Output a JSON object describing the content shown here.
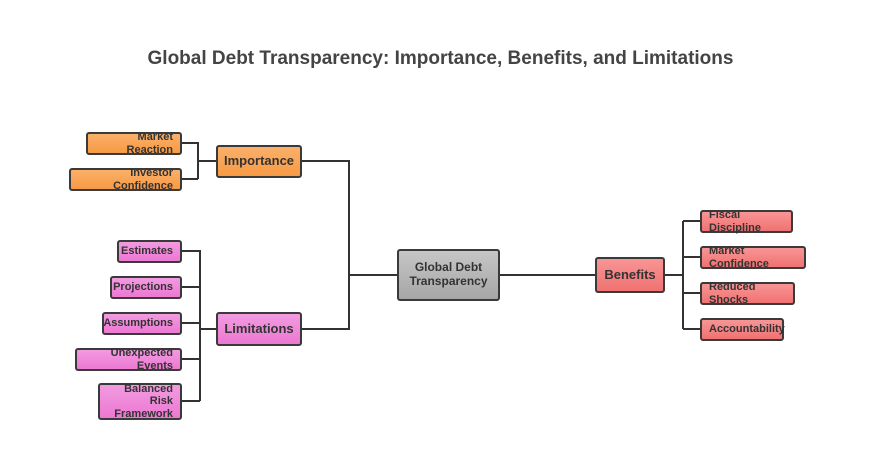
{
  "title": "Global Debt Transparency: Importance, Benefits, and Limitations",
  "center": {
    "label_line1": "Global Debt",
    "label_line2": "Transparency"
  },
  "importance": {
    "label": "Importance",
    "items": [
      "Market Reaction",
      "Investor Confidence"
    ]
  },
  "limitations": {
    "label": "Limitations",
    "items": [
      "Estimates",
      "Projections",
      "Assumptions",
      "Unexpected Events"
    ],
    "last_item_line1": "Balanced Risk",
    "last_item_line2": "Framework"
  },
  "benefits": {
    "label": "Benefits",
    "items": [
      "Fiscal Discipline",
      "Market Confidence",
      "Reduced Shocks",
      "Accountability"
    ]
  },
  "colors": {
    "importance": "#f79a44",
    "limitations": "#ec78d2",
    "benefits": "#f07272",
    "center": "#a6a6a6",
    "connector": "#333333"
  }
}
